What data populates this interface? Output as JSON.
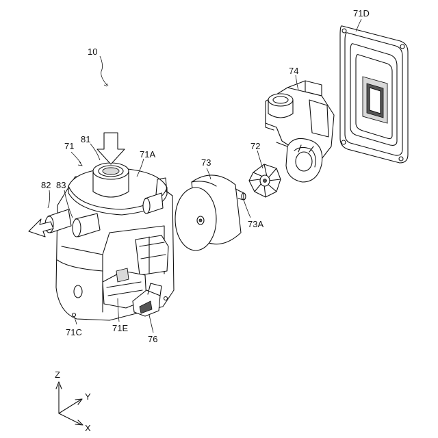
{
  "figure": {
    "labels": {
      "assembly": "10",
      "housing": "71",
      "housing_top": "71A",
      "housing_side": "71C",
      "housing_lower": "71E",
      "cover": "71D",
      "impeller": "72",
      "motor": "73",
      "motor_shaft": "73A",
      "pump_head": "74",
      "connector": "76",
      "inlet": "81",
      "outlet": "82",
      "pipe": "83"
    },
    "axes": {
      "z": "Z",
      "y": "Y",
      "x": "X"
    }
  }
}
